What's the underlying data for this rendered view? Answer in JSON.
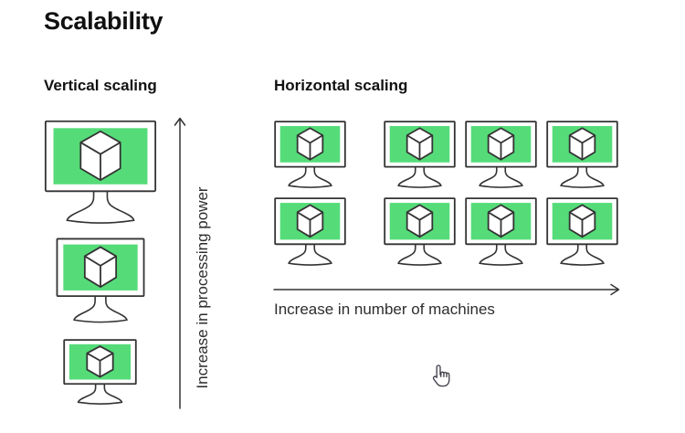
{
  "title": "Scalability",
  "colors": {
    "screen_green": "#55dc79",
    "outline": "#333333",
    "heading_text": "#111111",
    "label_text": "#2d2d2d"
  },
  "vertical_section": {
    "heading": "Vertical scaling",
    "arrow_label": "Increase in processing power",
    "machine_count": 3,
    "machines": [
      "large-monitor",
      "medium-monitor",
      "small-monitor"
    ]
  },
  "horizontal_section": {
    "heading": "Horizontal scaling",
    "arrow_label": "Increase in number of machines",
    "machine_count": 8,
    "grid": {
      "rows": 2,
      "columns": 4
    }
  },
  "cursor": {
    "type": "hand-pointer"
  }
}
